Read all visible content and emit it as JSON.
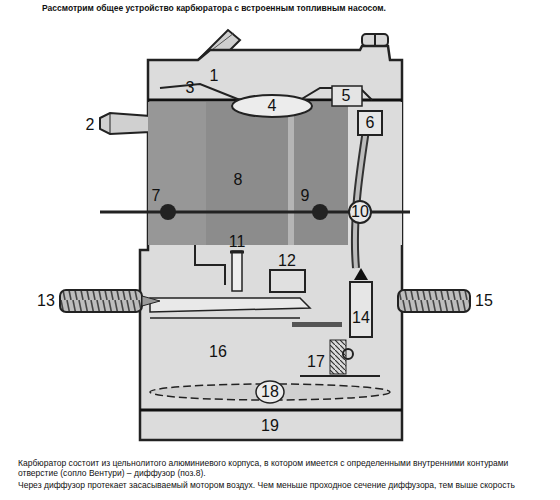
{
  "diagram": {
    "title": "Рассмотрим общее устройство карбюратора с встроенным топливным насосом.",
    "caption": "Карбюратор состоит из цельнолитого алюминиевого корпуса, в котором имеется с определенными внутренними контурами отверстие (сопло Вентури) – диффузор (поз.8).",
    "labels": [
      "1",
      "2",
      "3",
      "4",
      "5",
      "6",
      "7",
      "8",
      "9",
      "10",
      "11",
      "12",
      "13",
      "14",
      "15",
      "16",
      "17",
      "18",
      "19",
      "Через диффузор протекает засасываемый мотором воздух. Чем меньше проходное сечение диффузора, тем выше скорость"
    ]
  }
}
